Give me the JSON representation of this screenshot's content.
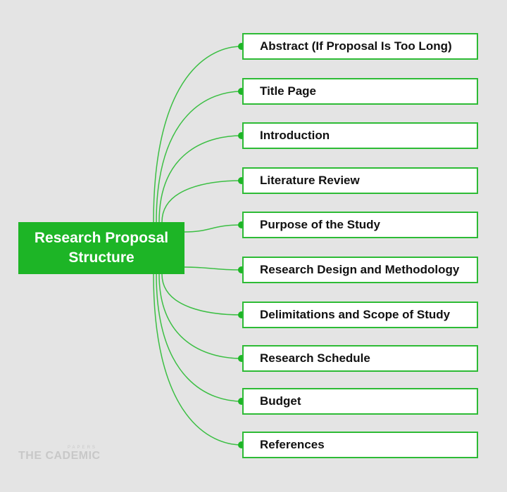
{
  "center": {
    "line1": "Research Proposal",
    "line2": "Structure"
  },
  "items": [
    {
      "label": "Abstract (If Proposal Is Too Long)"
    },
    {
      "label": "Title Page"
    },
    {
      "label": "Introduction"
    },
    {
      "label": "Literature Review"
    },
    {
      "label": "Purpose of the Study"
    },
    {
      "label": "Research Design and Methodology"
    },
    {
      "label": "Delimitations and Scope of Study"
    },
    {
      "label": "Research Schedule"
    },
    {
      "label": "Budget"
    },
    {
      "label": "References"
    }
  ],
  "logo": {
    "name": "THE CADEMIC",
    "small": "PAPERS"
  },
  "colors": {
    "accent": "#1db526",
    "background": "#e4e4e4",
    "line": "#3cbf44"
  }
}
